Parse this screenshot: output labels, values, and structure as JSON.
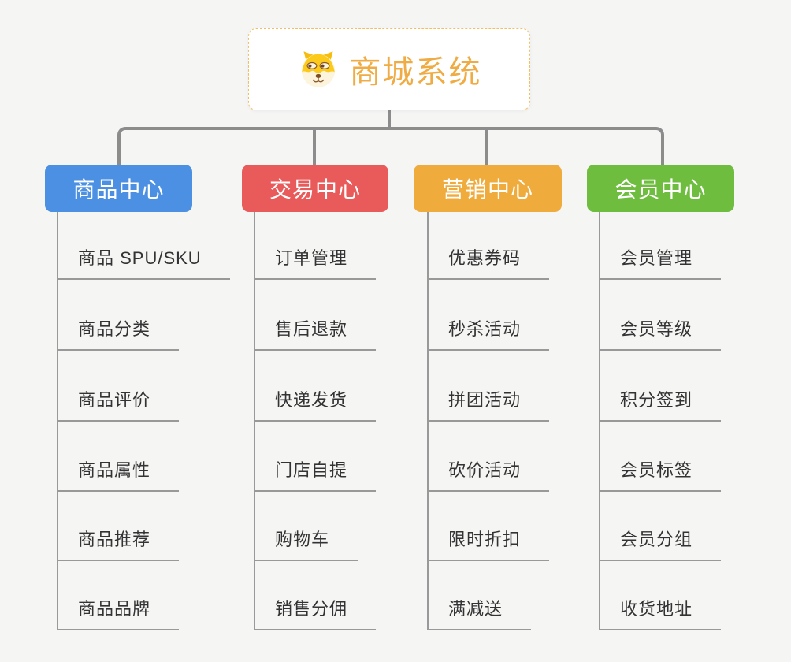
{
  "root": {
    "title": "商城系统",
    "icon": "doge-icon",
    "border_color": "#f3be63",
    "title_color": "#f0ac44"
  },
  "connector_color": "#8c8c8c",
  "line_color": "#999999",
  "branches": [
    {
      "label": "商品中心",
      "color": "#4b90e2",
      "items": [
        "商品 SPU/SKU",
        "商品分类",
        "商品评价",
        "商品属性",
        "商品推荐",
        "商品品牌"
      ]
    },
    {
      "label": "交易中心",
      "color": "#e85b5a",
      "items": [
        "订单管理",
        "售后退款",
        "快递发货",
        "门店自提",
        "购物车",
        "销售分佣"
      ]
    },
    {
      "label": "营销中心",
      "color": "#efab3c",
      "items": [
        "优惠券码",
        "秒杀活动",
        "拼团活动",
        "砍价活动",
        "限时折扣",
        "满减送"
      ]
    },
    {
      "label": "会员中心",
      "color": "#6ebd3f",
      "items": [
        "会员管理",
        "会员等级",
        "积分签到",
        "会员标签",
        "会员分组",
        "收货地址"
      ]
    }
  ]
}
